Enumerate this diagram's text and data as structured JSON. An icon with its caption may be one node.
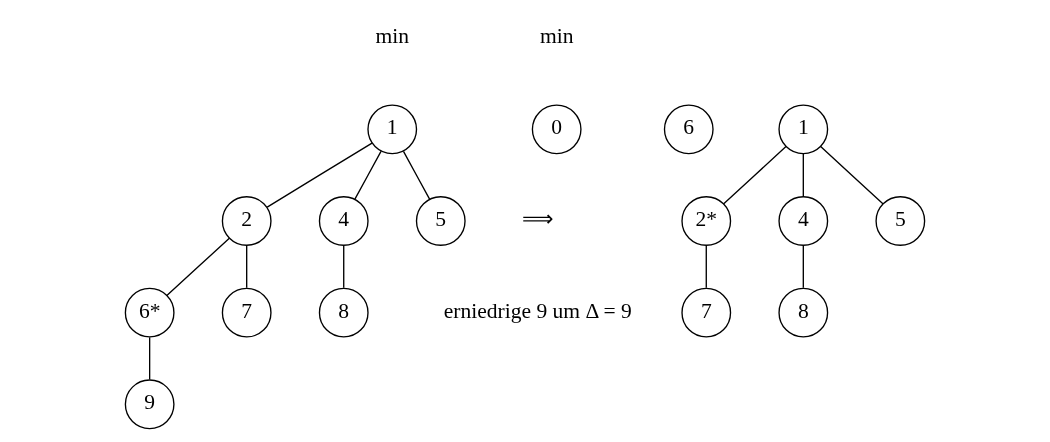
{
  "diagram": {
    "nodes": [
      {
        "text": [
          "1"
        ]
      },
      {
        "text": [
          "2"
        ]
      },
      {
        "text": [
          "4"
        ]
      },
      {
        "text": [
          "5"
        ]
      },
      {
        "text": [
          "6*"
        ]
      },
      {
        "text": [
          "7"
        ]
      },
      {
        "text": [
          "8"
        ]
      },
      {
        "text": [
          "9"
        ]
      },
      {
        "text": [
          "0"
        ]
      },
      {
        "text": [
          "6"
        ]
      },
      {
        "text": [
          "1"
        ]
      },
      {
        "text": [
          "2*"
        ]
      },
      {
        "text": [
          "4"
        ]
      },
      {
        "text": [
          "5"
        ]
      },
      {
        "text": [
          "7"
        ]
      },
      {
        "text": [
          "8"
        ]
      }
    ],
    "edges": [
      {
        "from": 0,
        "to": 1,
        "arrow": "none"
      },
      {
        "from": 0,
        "to": 2,
        "arrow": "none"
      },
      {
        "from": 0,
        "to": 3,
        "arrow": "none"
      },
      {
        "from": 1,
        "to": 4,
        "arrow": "none"
      },
      {
        "from": 1,
        "to": 5,
        "arrow": "none"
      },
      {
        "from": 2,
        "to": 6,
        "arrow": "none"
      },
      {
        "from": 4,
        "to": 7,
        "arrow": "none"
      },
      {
        "from": 10,
        "to": 11,
        "arrow": "none"
      },
      {
        "from": 10,
        "to": 12,
        "arrow": "none"
      },
      {
        "from": 10,
        "to": 13,
        "arrow": "none"
      },
      {
        "from": 11,
        "to": 14,
        "arrow": "none"
      },
      {
        "from": 12,
        "to": 15,
        "arrow": "none"
      }
    ],
    "labels": [
      "min",
      "min",
      "⟹",
      "erniedrige 9 um Δ = 9"
    ]
  }
}
